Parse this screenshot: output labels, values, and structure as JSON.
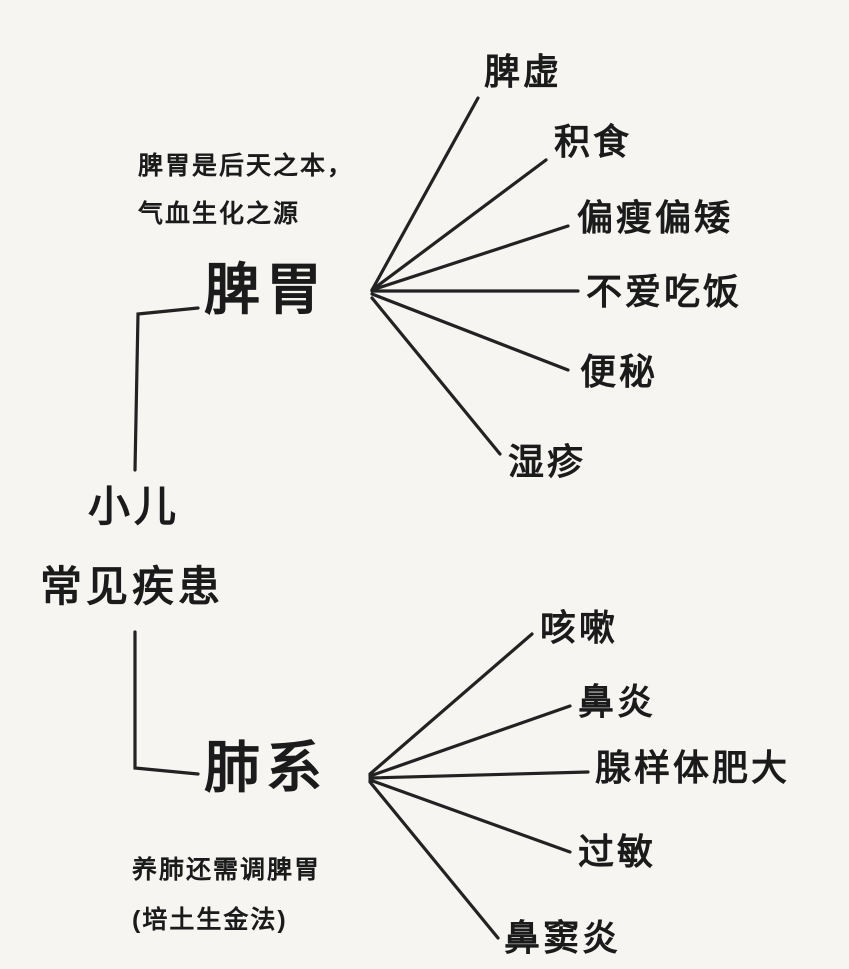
{
  "diagram": {
    "title_theme": "小儿常见疾患 mind map",
    "ink_color": "#222222",
    "background_color": "#f6f5f2"
  },
  "root": {
    "line1": "小儿",
    "line2": "常见疾患"
  },
  "spleen": {
    "label": "脾胃",
    "note_line1": "脾胃是后天之本，",
    "note_line2": "气血生化之源",
    "children": [
      {
        "label": "脾虚"
      },
      {
        "label": "积食"
      },
      {
        "label": "偏瘦偏矮"
      },
      {
        "label": "不爱吃饭"
      },
      {
        "label": "便秘"
      },
      {
        "label": "湿疹"
      }
    ]
  },
  "lung": {
    "label": "肺系",
    "note_line1": "养肺还需调脾胃",
    "note_line2": "(培土生金法)",
    "children": [
      {
        "label": "咳嗽"
      },
      {
        "label": "鼻炎"
      },
      {
        "label": "腺样体肥大"
      },
      {
        "label": "过敏"
      },
      {
        "label": "鼻窦炎"
      }
    ]
  }
}
